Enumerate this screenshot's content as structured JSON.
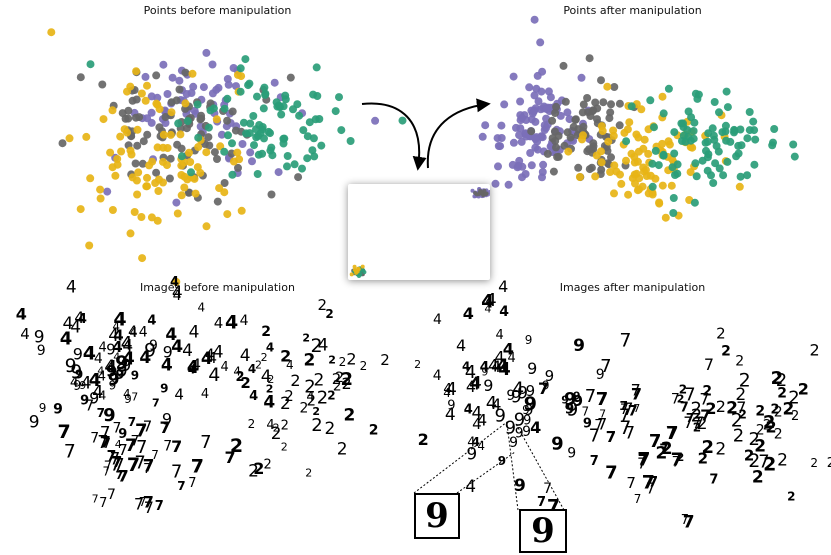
{
  "titles": {
    "points_before": "Points before manipulation",
    "points_after": "Points after manipulation",
    "images_before": "Images before manipulation",
    "images_after": "Images after manipulation"
  },
  "colors": {
    "purple": "#7b6fb8",
    "gray": "#666666",
    "yellow": "#e7b416",
    "green": "#2a9d78",
    "arrow": "#000000",
    "digit": "#000000"
  },
  "digit_labels": [
    "4",
    "9",
    "7",
    "2"
  ],
  "zoom_digits": {
    "left": "9",
    "right": "9"
  }
}
